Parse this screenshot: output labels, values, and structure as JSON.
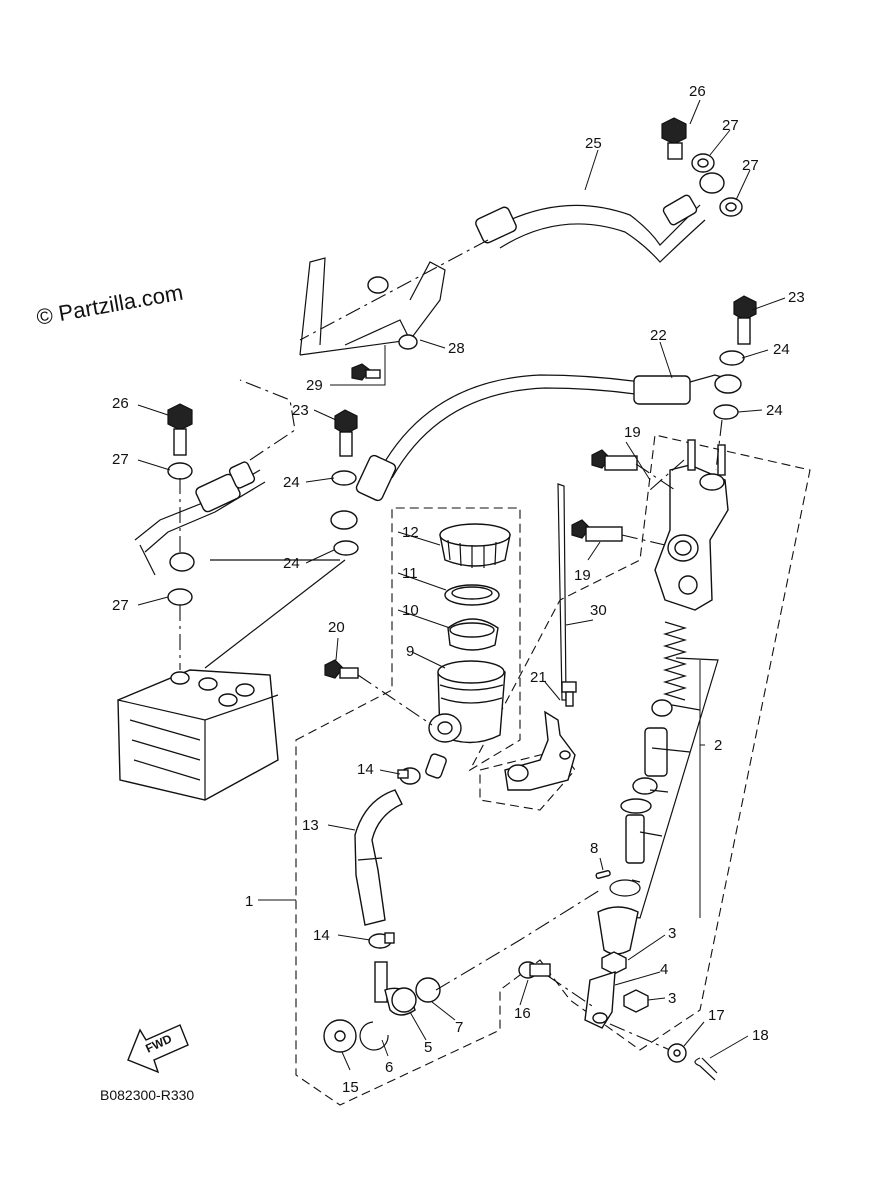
{
  "watermark": "© Partzilla.com",
  "diagram_code": "B082300-R330",
  "fwd_label": "FWD",
  "callouts": {
    "c1": "1",
    "c2": "2",
    "c3a": "3",
    "c3b": "3",
    "c4": "4",
    "c5": "5",
    "c6": "6",
    "c7": "7",
    "c8": "8",
    "c9": "9",
    "c10": "10",
    "c11": "11",
    "c12": "12",
    "c13": "13",
    "c14a": "14",
    "c14b": "14",
    "c15": "15",
    "c16": "16",
    "c17": "17",
    "c18": "18",
    "c19a": "19",
    "c19b": "19",
    "c20": "20",
    "c21": "21",
    "c22": "22",
    "c23a": "23",
    "c23b": "23",
    "c24a": "24",
    "c24b": "24",
    "c24c": "24",
    "c24d": "24",
    "c25": "25",
    "c26a": "26",
    "c26b": "26",
    "c27a": "27",
    "c27b": "27",
    "c27c": "27",
    "c27d": "27",
    "c28": "28",
    "c29": "29",
    "c30": "30"
  }
}
